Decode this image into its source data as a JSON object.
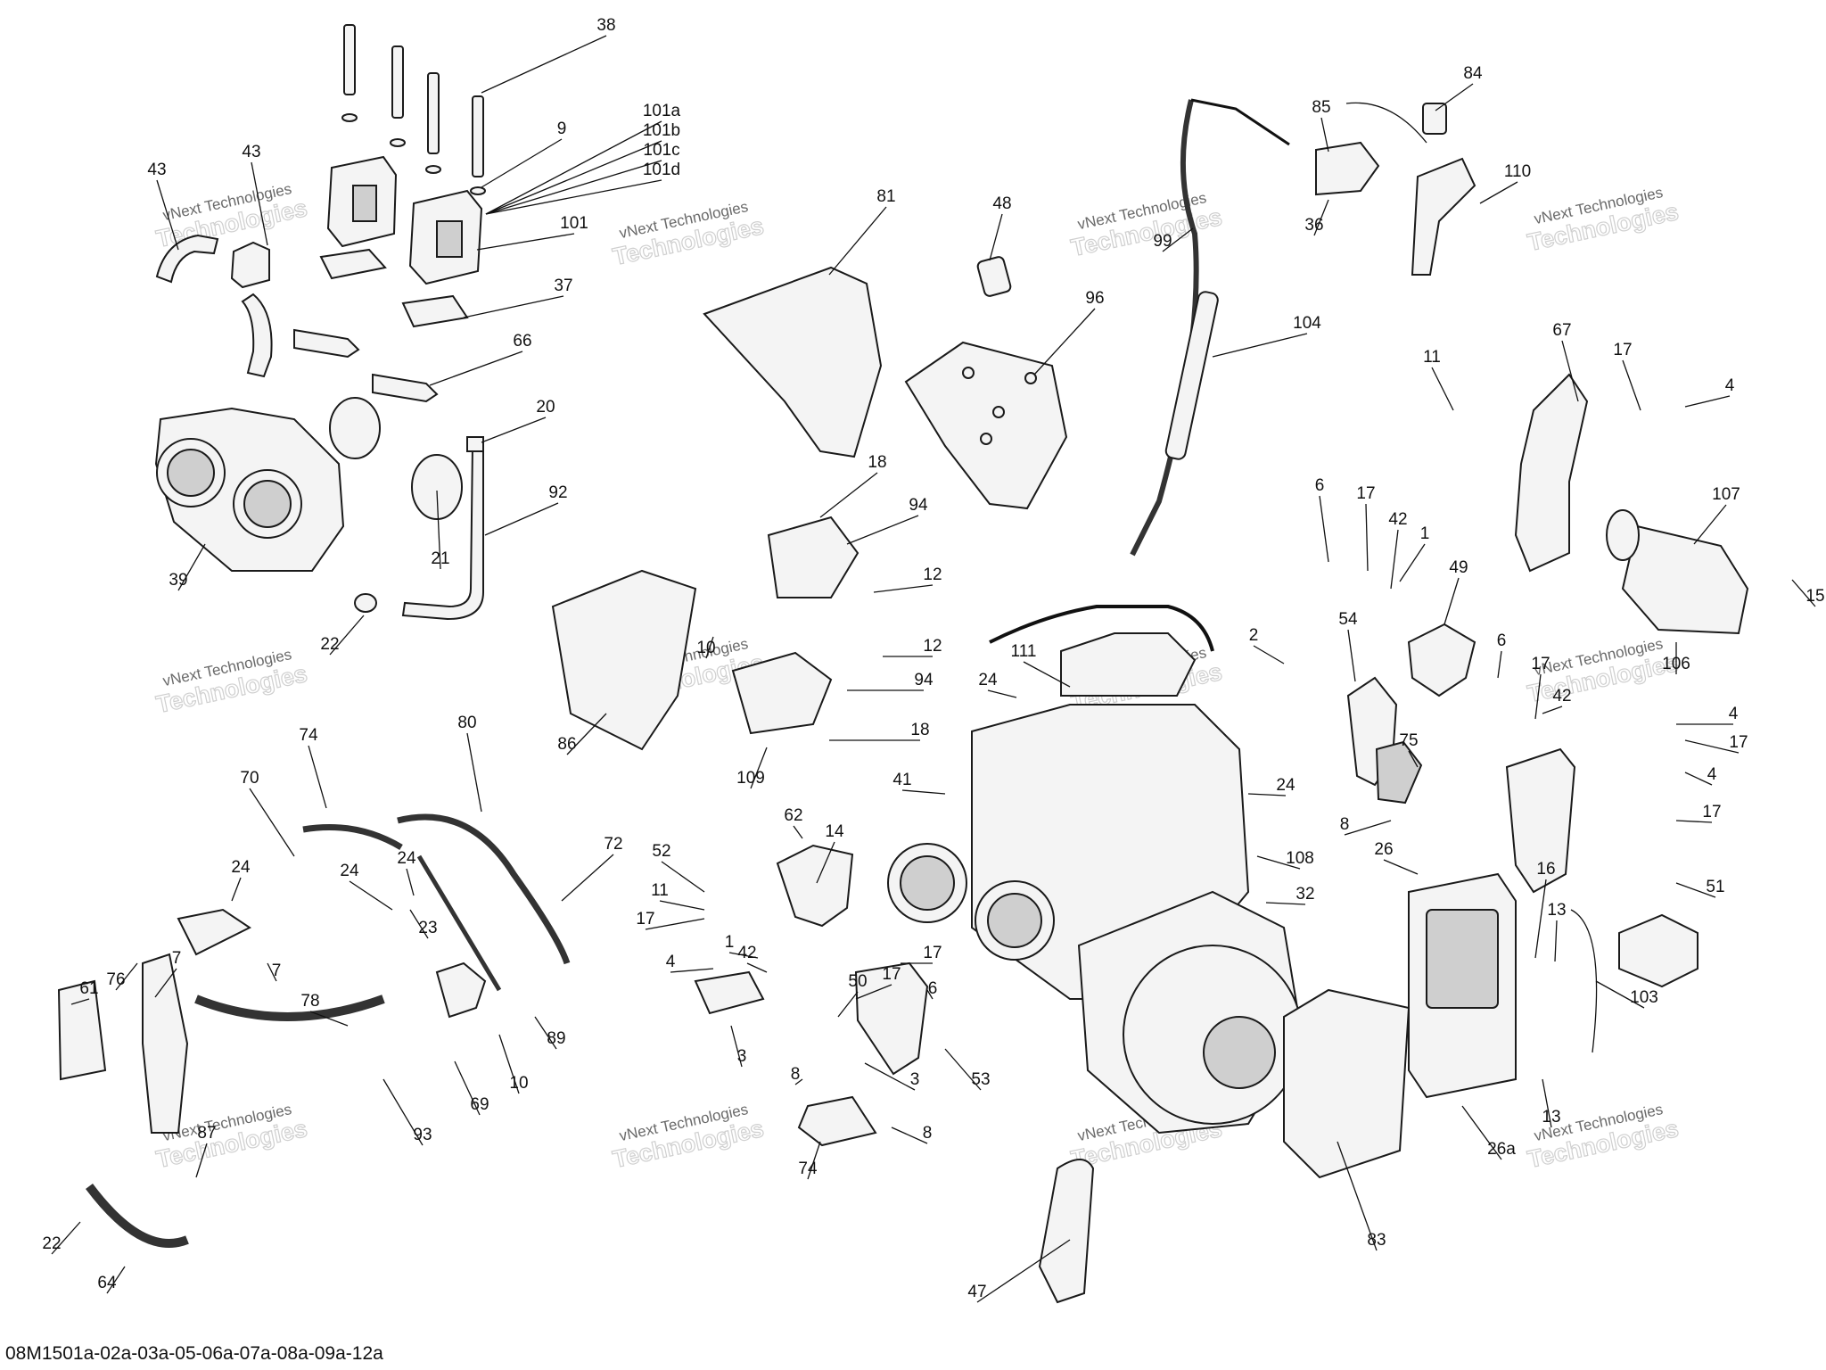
{
  "diagram": {
    "drawing_code": "08M1501a-02a-03a-05-06a-07a-08a-09a-12a",
    "watermark": {
      "line1": "vNext Technologies",
      "line2": "Technologies"
    },
    "callouts": [
      "38",
      "9",
      "101a",
      "101b",
      "101c",
      "101d",
      "101",
      "37",
      "43",
      "43",
      "66",
      "20",
      "92",
      "21",
      "39",
      "22",
      "81",
      "48",
      "96",
      "104",
      "84",
      "85",
      "36",
      "110",
      "99",
      "11",
      "67",
      "17",
      "4",
      "107",
      "6",
      "17",
      "42",
      "1",
      "49",
      "15",
      "106",
      "18",
      "94",
      "12",
      "12",
      "94",
      "18",
      "10",
      "86",
      "109",
      "111",
      "24",
      "41",
      "24",
      "2",
      "54",
      "75",
      "6",
      "17",
      "4",
      "42",
      "17",
      "4",
      "17",
      "8",
      "51",
      "74",
      "70",
      "24",
      "24",
      "80",
      "24",
      "23",
      "72",
      "76",
      "7",
      "7",
      "61",
      "78",
      "89",
      "10",
      "69",
      "93",
      "87",
      "22",
      "64",
      "62",
      "14",
      "52",
      "11",
      "17",
      "4",
      "1",
      "17",
      "6",
      "42",
      "17",
      "50",
      "3",
      "3",
      "8",
      "8",
      "74",
      "53",
      "108",
      "32",
      "26",
      "16",
      "13",
      "103",
      "26a",
      "13",
      "83",
      "47"
    ]
  }
}
